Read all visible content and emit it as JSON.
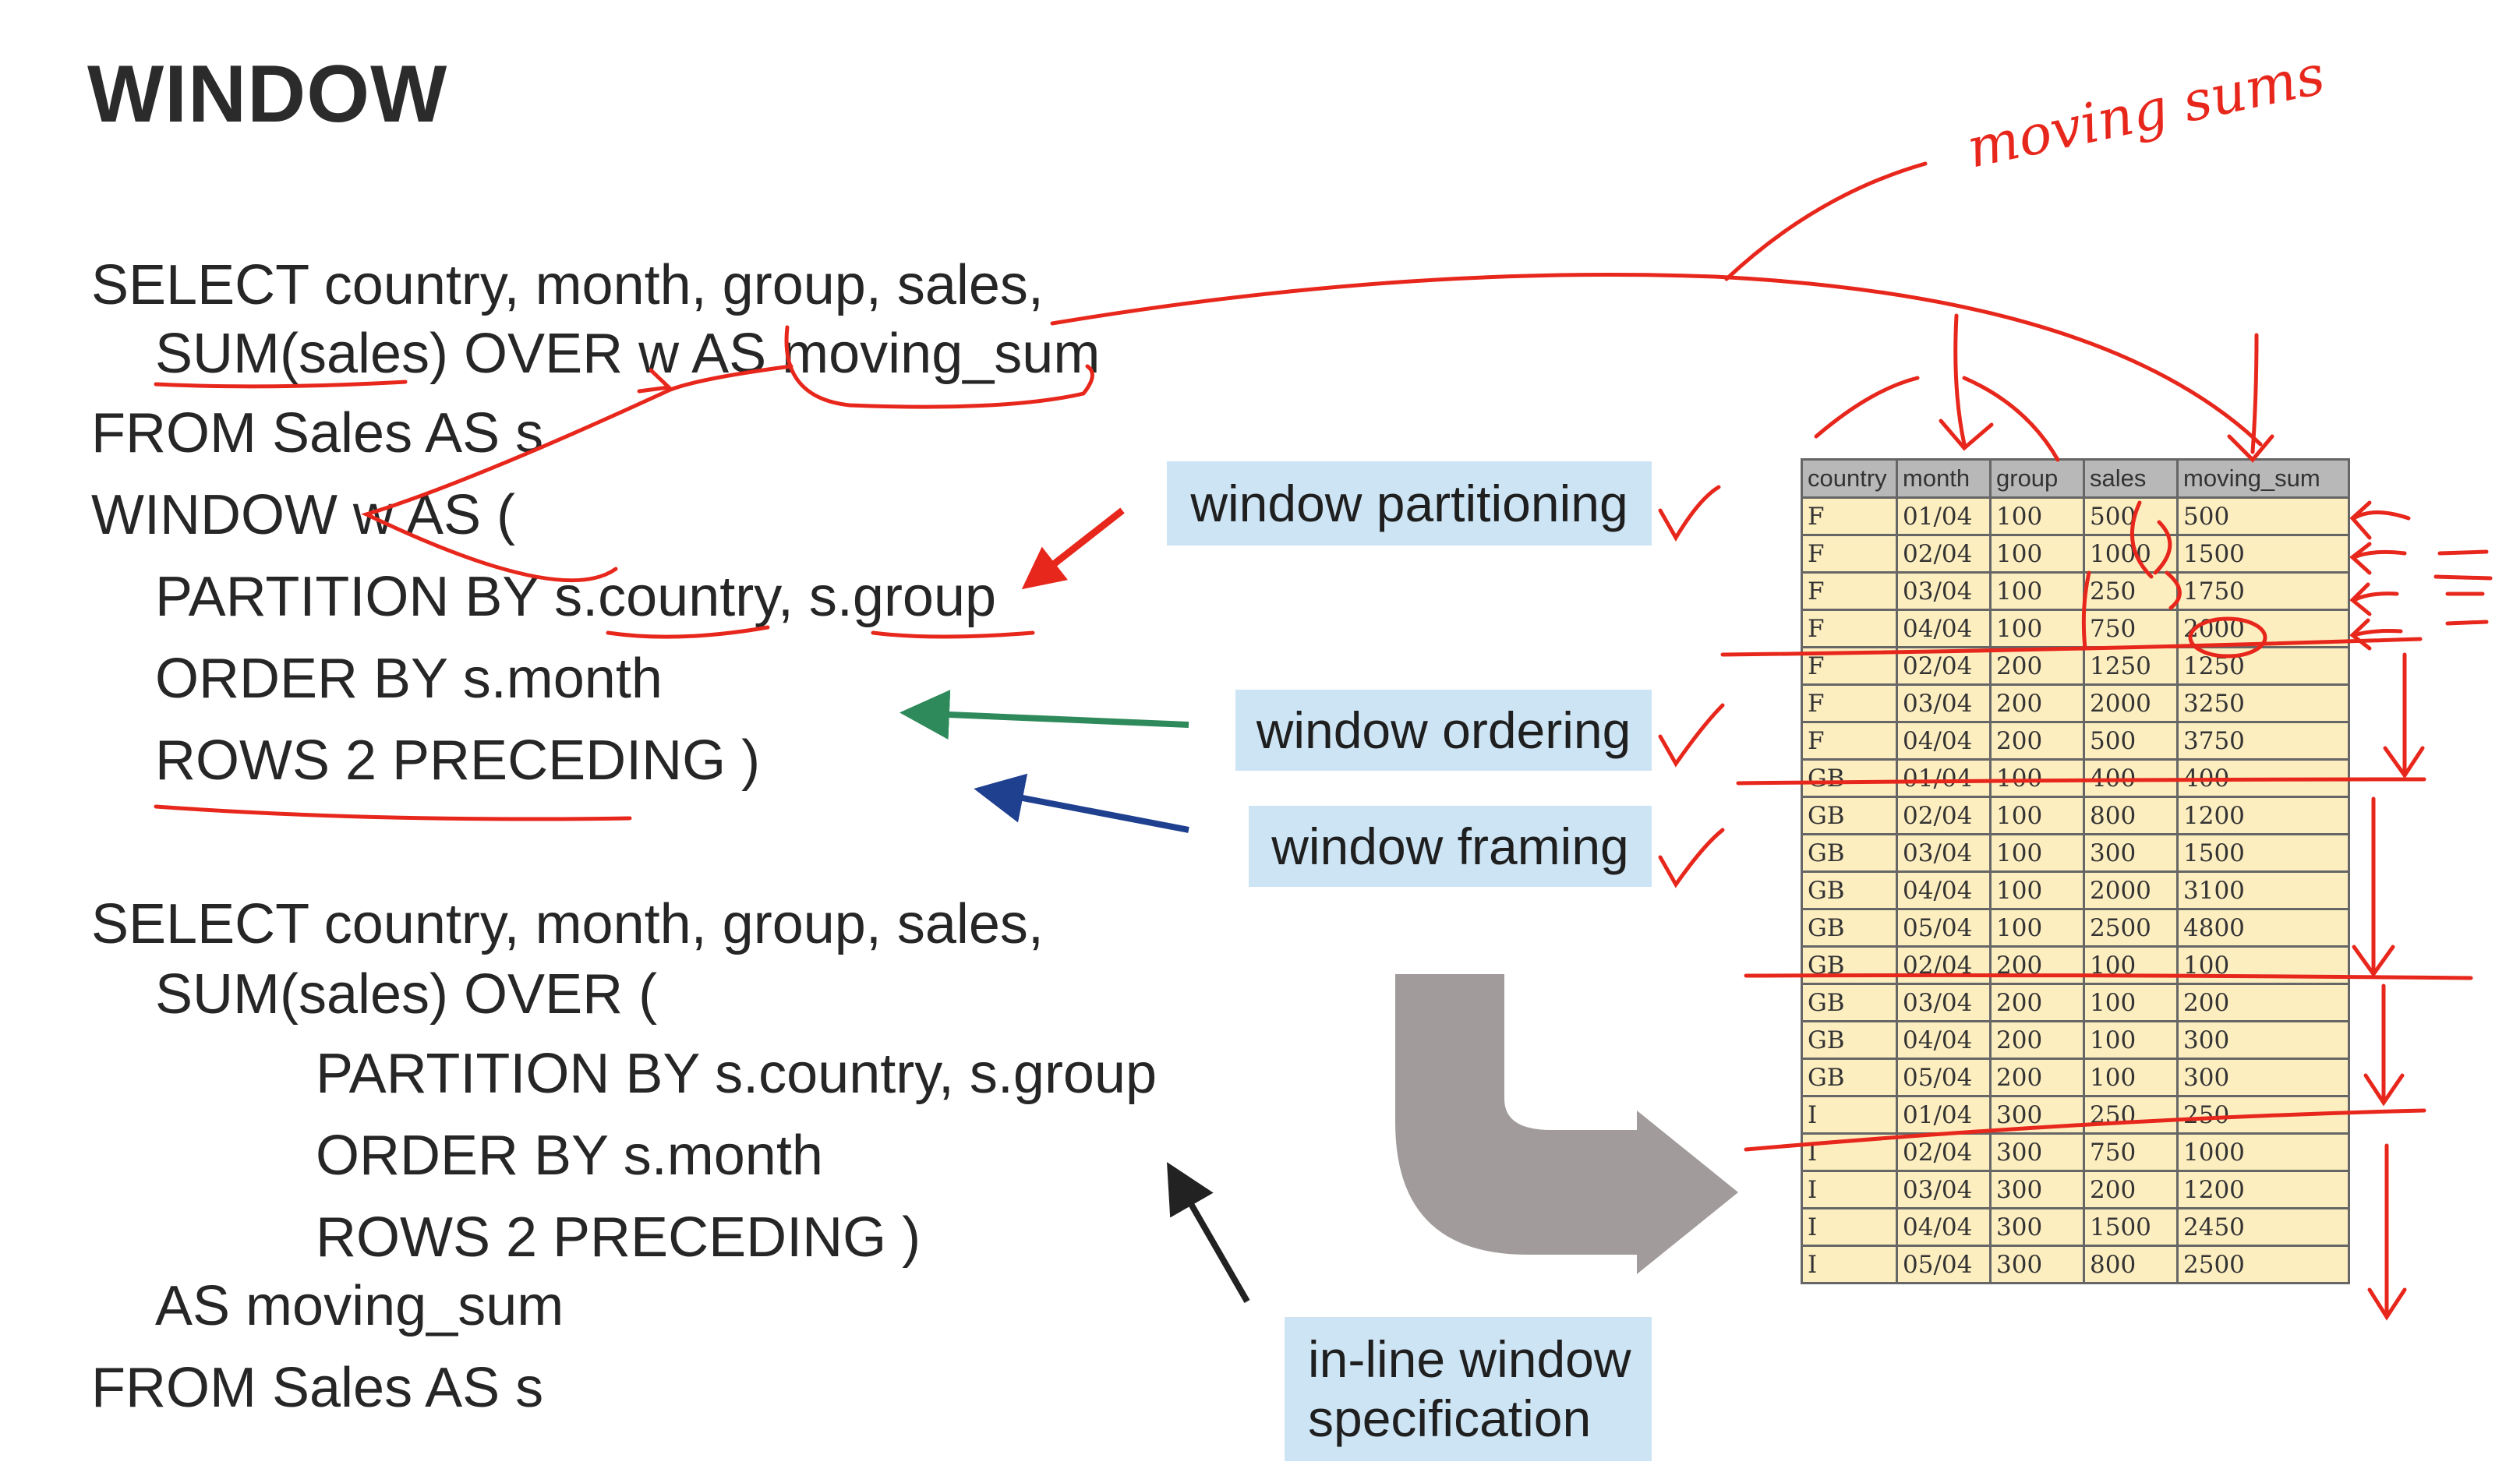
{
  "title": "WINDOW",
  "query1": {
    "line1": "SELECT country, month, group, sales,",
    "line2": "SUM(sales) OVER w AS moving_sum",
    "line3": "FROM Sales AS s",
    "line4": "WINDOW w AS (",
    "line5": "PARTITION BY s.country, s.group",
    "line6": "ORDER BY s.month",
    "line7": "ROWS 2 PRECEDING )"
  },
  "query2": {
    "line1": "SELECT country, month, group, sales,",
    "line2": "SUM(sales) OVER (",
    "line3": "PARTITION BY s.country, s.group",
    "line4": "ORDER BY s.month",
    "line5": "ROWS 2 PRECEDING )",
    "line6": "AS moving_sum",
    "line7": "FROM Sales AS s"
  },
  "labels": {
    "partitioning": "window partitioning",
    "ordering": "window ordering",
    "framing": "window framing",
    "inline_1": "in-line window",
    "inline_2": "specification"
  },
  "handwriting": "moving sums",
  "table": {
    "headers": [
      "country",
      "month",
      "group",
      "sales",
      "moving_sum"
    ],
    "rows": [
      [
        "F",
        "01/04",
        "100",
        "500",
        "500"
      ],
      [
        "F",
        "02/04",
        "100",
        "1000",
        "1500"
      ],
      [
        "F",
        "03/04",
        "100",
        "250",
        "1750"
      ],
      [
        "F",
        "04/04",
        "100",
        "750",
        "2000"
      ],
      [
        "F",
        "02/04",
        "200",
        "1250",
        "1250"
      ],
      [
        "F",
        "03/04",
        "200",
        "2000",
        "3250"
      ],
      [
        "F",
        "04/04",
        "200",
        "500",
        "3750"
      ],
      [
        "GB",
        "01/04",
        "100",
        "400",
        "400"
      ],
      [
        "GB",
        "02/04",
        "100",
        "800",
        "1200"
      ],
      [
        "GB",
        "03/04",
        "100",
        "300",
        "1500"
      ],
      [
        "GB",
        "04/04",
        "100",
        "2000",
        "3100"
      ],
      [
        "GB",
        "05/04",
        "100",
        "2500",
        "4800"
      ],
      [
        "GB",
        "02/04",
        "200",
        "100",
        "100"
      ],
      [
        "GB",
        "03/04",
        "200",
        "100",
        "200"
      ],
      [
        "GB",
        "04/04",
        "200",
        "100",
        "300"
      ],
      [
        "GB",
        "05/04",
        "200",
        "100",
        "300"
      ],
      [
        "I",
        "01/04",
        "300",
        "250",
        "250"
      ],
      [
        "I",
        "02/04",
        "300",
        "750",
        "1000"
      ],
      [
        "I",
        "03/04",
        "300",
        "200",
        "1200"
      ],
      [
        "I",
        "04/04",
        "300",
        "1500",
        "2450"
      ],
      [
        "I",
        "05/04",
        "300",
        "800",
        "2500"
      ]
    ]
  },
  "colors": {
    "ink_red": "#e8271c",
    "ordering_arrow": "#2e8a5a",
    "framing_arrow": "#1f3f8f",
    "inline_arrow": "#222222",
    "big_arrow": "#a29b9b",
    "label_bg": "#cce4f4",
    "table_bg": "#fdeec0",
    "table_header": "#b8b8b8"
  }
}
